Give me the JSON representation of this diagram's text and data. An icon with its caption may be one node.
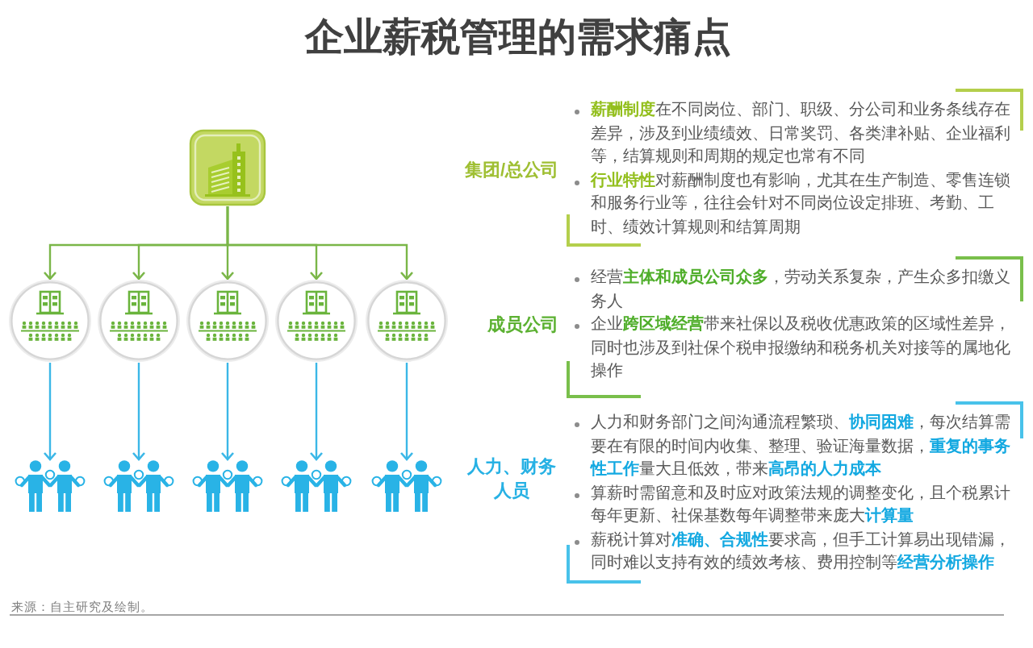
{
  "diagram": {
    "title": "企业薪税管理的需求痛点",
    "nodes": [
      {
        "text": [],
        "shape": "picture"
      },
      {
        "text": [],
        "shape": "circle"
      },
      {
        "text": [],
        "shape": "circle"
      },
      {
        "text": [],
        "shape": "circle"
      },
      {
        "text": [],
        "shape": "circle"
      },
      {
        "text": [],
        "shape": "circle"
      },
      {
        "text": [],
        "shape": "person"
      },
      {
        "text": [],
        "shape": "person"
      },
      {
        "text": [],
        "shape": "person"
      },
      {
        "text": [],
        "shape": "person"
      },
      {
        "text": [],
        "shape": "person"
      },
      {
        "text": [
          "**薪酬制度**在不同岗位、部门、职级、分公司和业务条线存在差异，涉及到业绩绩效、日常奖罚、各类津补贴、企业福利等，结算规则和周期的规定也常有不同",
          "**行业特性**对薪酬制度也有影响，尤其在生产制造、零售连锁和服务行业等，往往会针对不同岗位设定排班、考勤、工时、绩效计算规则和结算周期"
        ]
      },
      {
        "text": [
          "经营**主体和成员公司众多**，劳动关系复杂，产生众多扣缴义务人",
          "企业**跨区域经营**带来社保以及税收优惠政策的区域性差异，同时也涉及到社保个税申报缴纳和税务机关对接等的属地化操作"
        ]
      },
      {
        "text": [
          "人力和财务部门之间沟通流程繁琐、**协同困难**，每次结算需要在有限的时间内收集、整理、验证海量数据，**重复的事务性工作**量大且低效，带来**高昂的人力成本**",
          "算薪时需留意和及时应对政策法规的调整变化，且个税累计每年更新、社保基数每年调整带来庞大**计算量**",
          "薪税计算对**准确、合规性**要求高，但手工计算易出现错漏，同时难以支持有效的绩效考核、费用控制等**经营分析操作**"
        ]
      }
    ],
    "edges": [
      {
        "from": 0,
        "to": 1,
        "arrow": "to",
        "color": "#7ab648"
      },
      {
        "from": 0,
        "to": 2,
        "arrow": "to",
        "color": "#7ab648"
      },
      {
        "from": 0,
        "to": 3,
        "arrow": "to",
        "color": "#7ab648"
      },
      {
        "from": 0,
        "to": 4,
        "arrow": "to",
        "color": "#7ab648"
      },
      {
        "from": 0,
        "to": 5,
        "arrow": "to",
        "color": "#7ab648"
      },
      {
        "from": 1,
        "to": 6,
        "arrow": "to",
        "color": "#3bb7e7"
      },
      {
        "from": 2,
        "to": 7,
        "arrow": "to",
        "color": "#3bb7e7"
      },
      {
        "from": 3,
        "to": 8,
        "arrow": "to",
        "color": "#3bb7e7"
      },
      {
        "from": 4,
        "to": 9,
        "arrow": "to",
        "color": "#3bb7e7"
      },
      {
        "from": 5,
        "to": 10,
        "arrow": "to",
        "color": "#3bb7e7"
      }
    ],
    "labels": [
      "集团/总公司",
      "成员公司",
      "人力、财务人员",
      "来源：自主研究及绘制。"
    ]
  }
}
